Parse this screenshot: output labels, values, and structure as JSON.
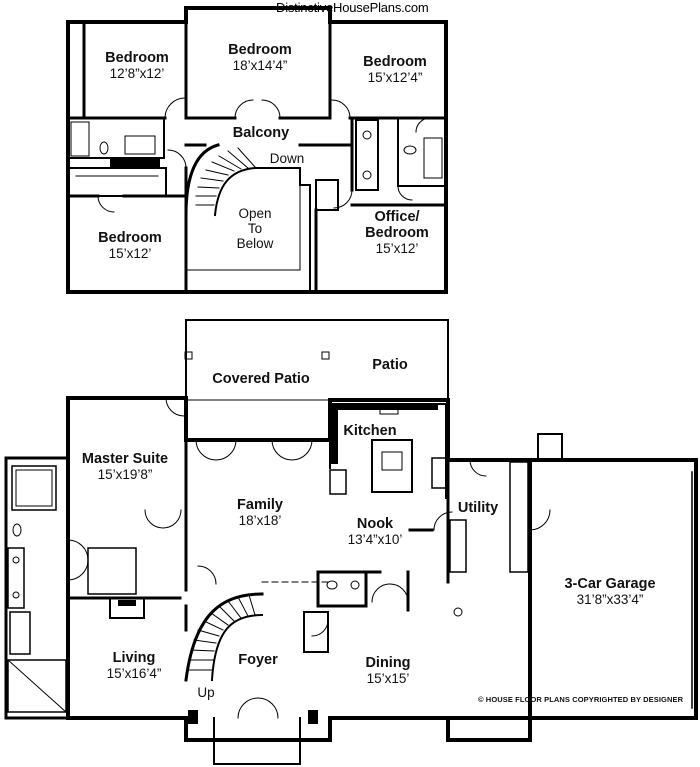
{
  "watermark": "DistinctiveHousePlans.com",
  "copyright": "© HOUSE FLOOR PLANS COPYRIGHTED BY DESIGNER",
  "upper": {
    "bedroom_nw": {
      "name": "Bedroom",
      "dim": "12’8”x12’"
    },
    "bedroom_n": {
      "name": "Bedroom",
      "dim": "18’x14’4”"
    },
    "bedroom_ne": {
      "name": "Bedroom",
      "dim": "15’x12’4”"
    },
    "balcony": "Balcony",
    "down": "Down",
    "open_below": [
      "Open",
      "To",
      "Below"
    ],
    "bedroom_sw": {
      "name": "Bedroom",
      "dim": "15’x12’"
    },
    "office": {
      "name1": "Office/",
      "name2": "Bedroom",
      "dim": "15’x12’"
    }
  },
  "lower": {
    "covered_patio": "Covered Patio",
    "patio": "Patio",
    "kitchen": "Kitchen",
    "master": {
      "name": "Master Suite",
      "dim": "15’x19’8”"
    },
    "family": {
      "name": "Family",
      "dim": "18’x18’"
    },
    "nook": {
      "name": "Nook",
      "dim": "13’4”x10’"
    },
    "utility": "Utility",
    "garage": {
      "name": "3-Car Garage",
      "dim": "31’8”x33’4”"
    },
    "living": {
      "name": "Living",
      "dim": "15’x16’4”"
    },
    "up": "Up",
    "foyer": "Foyer",
    "dining": {
      "name": "Dining",
      "dim": "15’x15’"
    }
  }
}
